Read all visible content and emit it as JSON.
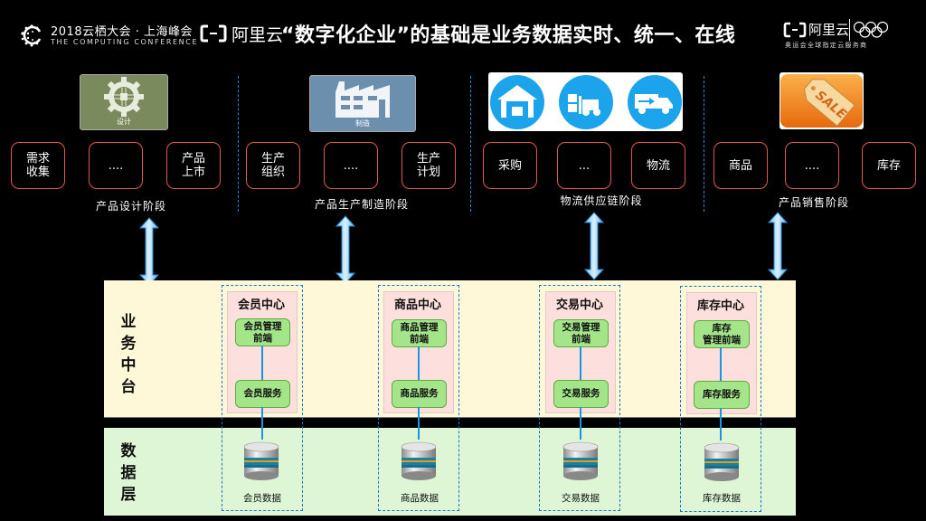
{
  "header": {
    "conference_title": "2018云栖大会 · 上海峰会",
    "conference_subtitle": "THE COMPUTING CONFERENCE",
    "brand_text": "阿里云",
    "main_title": "“数字化企业”的基础是业务数据实时、统一、在线",
    "partner_brand": "阿里云",
    "partner_subtitle": "奥运会全球指定云服务商"
  },
  "stages": [
    {
      "name": "产品设计阶段",
      "picture_caption": "设计",
      "picture_icon": "gear-chip-icon",
      "activities": [
        "需求\n收集",
        "....",
        "产品\n上市"
      ]
    },
    {
      "name": "产品生产制造阶段",
      "picture_caption": "制造",
      "picture_icon": "factory-icon",
      "activities": [
        "生产\n组织",
        "....",
        "生产\n计划"
      ]
    },
    {
      "name": "物流供应链阶段",
      "picture_caption": "",
      "picture_icon": "warehouse-forklift-truck-icons",
      "activities": [
        "采购",
        "...",
        "物流"
      ]
    },
    {
      "name": "产品销售阶段",
      "picture_caption": "",
      "picture_icon": "sale-tag-icon",
      "activities": [
        "商品",
        "....",
        "库存"
      ]
    }
  ],
  "layers": {
    "business": {
      "name": "业\n务\n中\n台",
      "chars": [
        "业",
        "务",
        "中",
        "台"
      ]
    },
    "data": {
      "name": "数据层",
      "chars": [
        "数",
        "据",
        "层"
      ]
    }
  },
  "centers": [
    {
      "title": "会员中心",
      "frontend": "会员管理\n前端",
      "service": "会员服务",
      "data": "会员数据"
    },
    {
      "title": "商品中心",
      "frontend": "商品管理\n前端",
      "service": "商品服务",
      "data": "商品数据"
    },
    {
      "title": "交易中心",
      "frontend": "交易管理\n前端",
      "service": "交易服务",
      "data": "交易数据"
    },
    {
      "title": "库存中心",
      "frontend": "库存\n管理前端",
      "service": "库存服务",
      "data": "库存数据"
    }
  ],
  "colors": {
    "background": "#000000",
    "activity_border": "#e5574a",
    "divider": "#1a8fd8",
    "business_layer": "#fef8d9",
    "data_layer": "#def5d6",
    "center_panel": "#fde0dd",
    "service_box": "#a4e58a",
    "connector": "#1995e6"
  }
}
